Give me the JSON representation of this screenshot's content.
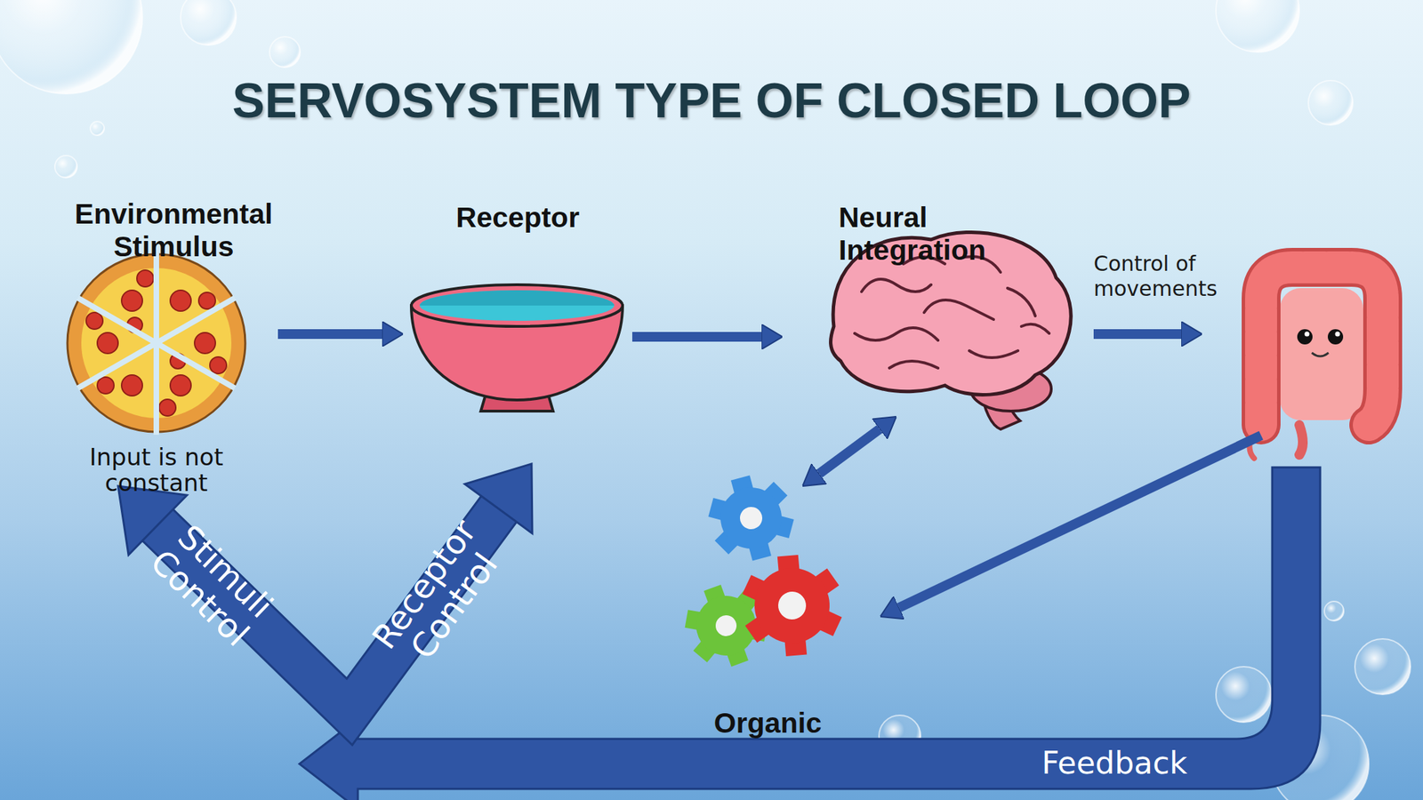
{
  "diagram": {
    "title": "SERVOSYSTEM TYPE OF CLOSED LOOP",
    "nodes": [
      {
        "text": [
          "Environmental Stimulus",
          "Input is not constant"
        ]
      },
      {
        "text": [
          "Receptor"
        ]
      },
      {
        "text": [
          "Neural Integration"
        ]
      },
      {
        "text": [
          "Organic"
        ]
      }
    ],
    "edges": [
      {
        "from": 0,
        "to": 1,
        "arrow": "to"
      },
      {
        "from": 1,
        "to": 2,
        "arrow": "to"
      },
      {
        "from": 2,
        "to": 3,
        "arrow": "both"
      }
    ],
    "labels": [
      "Control of movements",
      "Feedback",
      "Stimuli Control",
      "Receptor Control"
    ]
  }
}
